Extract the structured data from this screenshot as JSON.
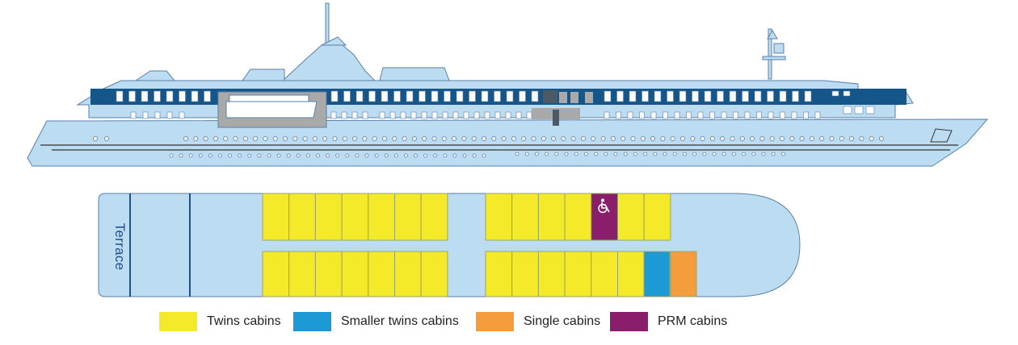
{
  "deck_plan": {
    "terrace_label": "Terrace"
  },
  "legend": [
    {
      "label": "Twins cabins",
      "color": "#f4ea2a"
    },
    {
      "label": "Smaller twins cabins",
      "color": "#1b9ad6"
    },
    {
      "label": "Single cabins",
      "color": "#f59d3d"
    },
    {
      "label": "PRM cabins",
      "color": "#8a1e6b"
    }
  ],
  "colors": {
    "hull": "#bcdcf2",
    "hull_outline": "#5b7fa8",
    "band": "#15568a",
    "lifeboat_bay": "#a9a9a9",
    "cabin_outline": "#9aa56a"
  },
  "icons": [
    "wheelchair-icon",
    "lifeboat-icon"
  ]
}
